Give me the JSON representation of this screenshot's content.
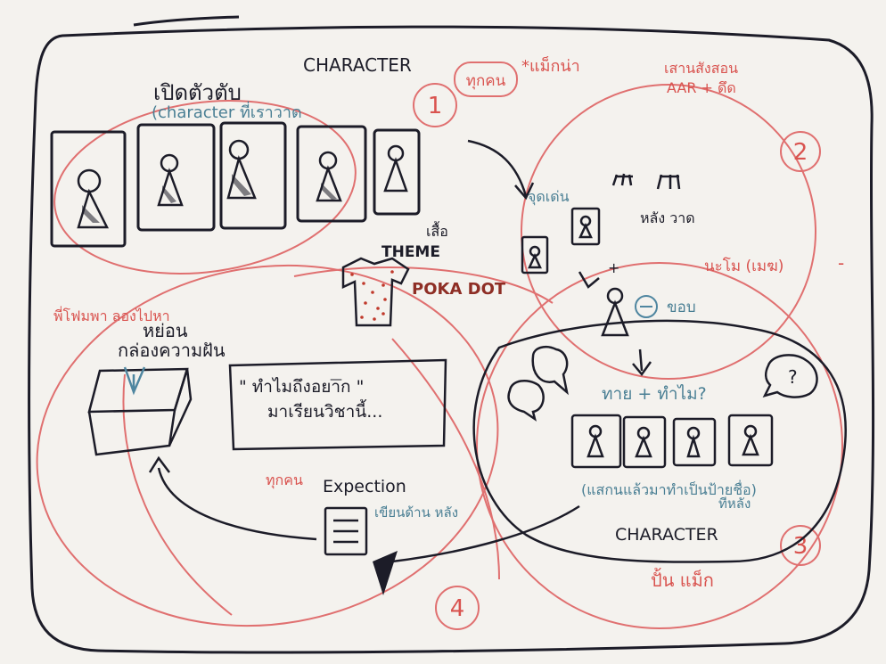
{
  "colors": {
    "ink": "#1c1c28",
    "red": "#e07070",
    "teal": "#4f86a0",
    "brown": "#8e2e25",
    "paper": "#f4f2ee"
  },
  "step1": {
    "number": "1",
    "title_thai": "เปิดตัวตับ",
    "title_en": "CHARACTER",
    "subtitle": "(character ที่เราวาด",
    "note_everyone": "ทุกคน",
    "note_star": "*แม็กน่า"
  },
  "theme": {
    "label": "THEME",
    "label_thai": "เสื้อ",
    "style": "POKA DOT"
  },
  "step2": {
    "number": "2",
    "top_note_1": "เสานสังสอน",
    "top_note_2": "AAR + ดึด",
    "label_center": "จุดเด่น",
    "label_draw": "หลัง วาด",
    "label_add": "+",
    "label_border": "ขอบ",
    "side_note": "นะโม (เมฆ)",
    "dash": "-"
  },
  "step3": {
    "number": "3",
    "question": "ทาย + ทำไม?",
    "caption": "(แสกนแล้วมาทำเป็นป้ายชื่อ)",
    "caption_2": "ทีหลัง",
    "title": "CHARACTER",
    "names": "ปั้น แม็ก",
    "bubble_q": "?"
  },
  "step4": {
    "number": "4",
    "label_everyone": "ทุกคน",
    "title": "Expection",
    "note": "เขียนด้าน หลัง",
    "box_label_1": "หย่อน",
    "box_label_2": "กล่องความฝัน",
    "red_note": "พี่โฟมพา ลองไปหา",
    "quote": "\" ทำไมถึงอยาก  \"",
    "quote_2": "มาเรียนวิชานี้...",
    "quote_dash": "—"
  }
}
